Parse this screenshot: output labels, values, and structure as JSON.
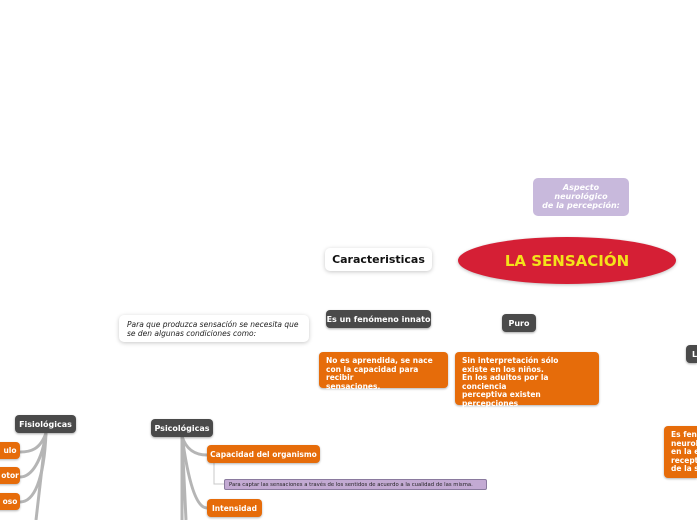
{
  "colors": {
    "central_fill": "#d51f35",
    "central_text": "#f4e21a",
    "orange": "#e66c0a",
    "dark": "#4a4a4a",
    "lavender": "#c8b9dc",
    "note": "#c3aad3"
  },
  "central": {
    "label": "LA SENSACIÓN"
  },
  "aspect_note": {
    "text": "Aspecto\nneurológico\nde la percepción:"
  },
  "caracteristicas": {
    "label": "Caracteristicas"
  },
  "innato": {
    "label": "Es un fenómeno innato"
  },
  "innato_desc": {
    "text": "No es aprendida, se nace\ncon la capacidad para recibir\nsensaciones."
  },
  "puro": {
    "label": "Puro"
  },
  "puro_desc": {
    "text": "Sin interpretación sólo\nexiste en los niños.\nEn los adultos por la conciencia\nperceptiva existen percepciones\nintegradas."
  },
  "condiciones": {
    "text": "Para que produzca sensación se necesita que\nse den algunas condiciones como:"
  },
  "fisiologicas": {
    "label": "Fisiológicas",
    "children": [
      "ulo",
      "otor",
      "oso"
    ]
  },
  "psicologicas": {
    "label": "Psicológicas"
  },
  "capacidad": {
    "label": "Capacidad del organismo"
  },
  "capacidad_note": {
    "text": "Para captar las sensaciones a través de los sentidos de acuerdo a la cualidad de las misma."
  },
  "intensidad": {
    "label": "Intensidad"
  },
  "right_partial": {
    "label": "L"
  },
  "right_partial_desc": {
    "text": "Es fen\nneurol\nen la e\nrecept\nde la s"
  }
}
